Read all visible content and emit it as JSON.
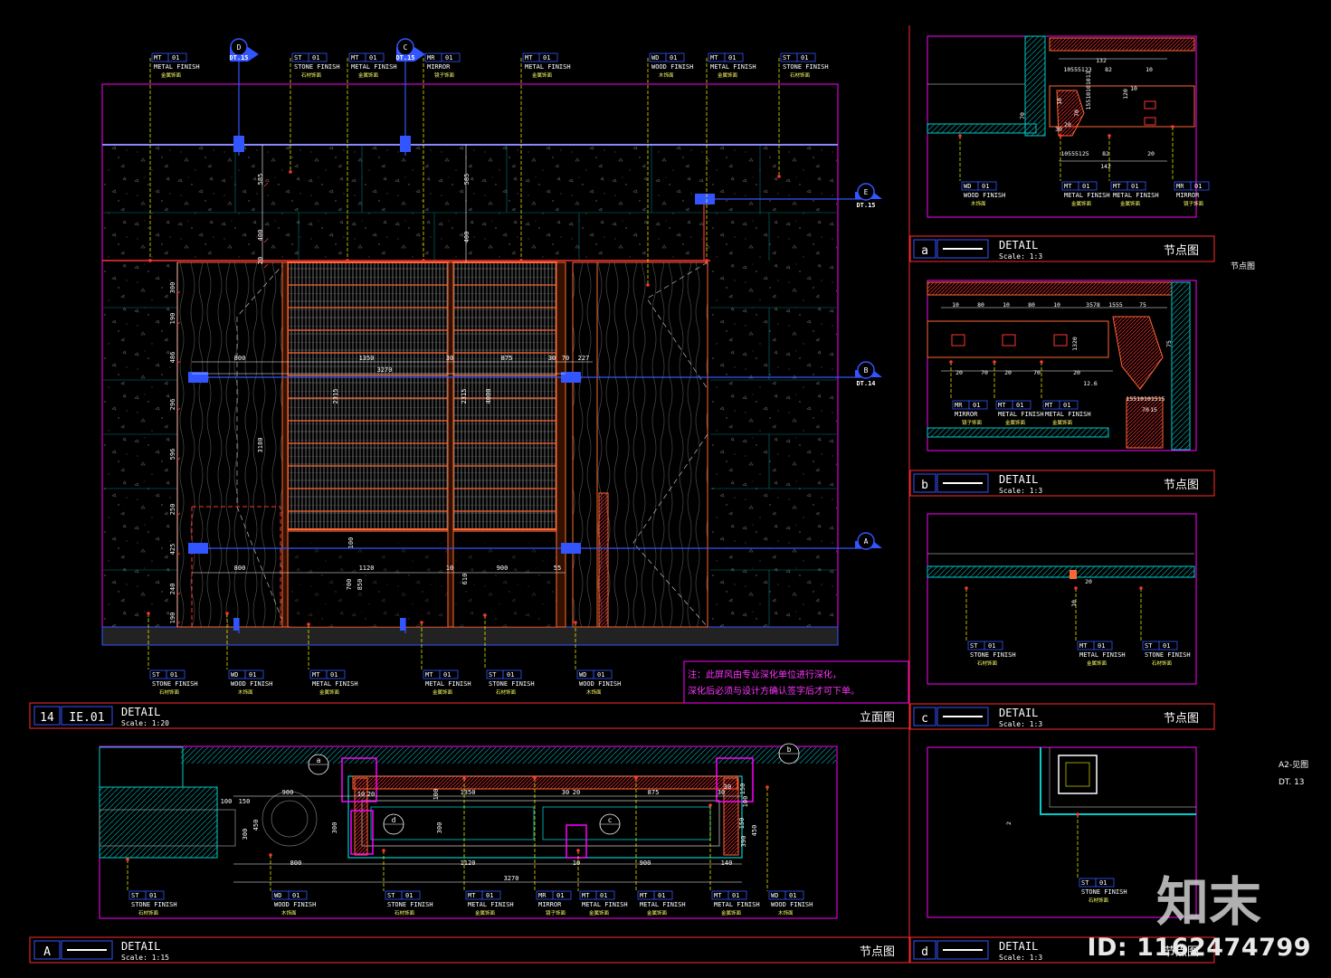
{
  "colors": {
    "magenta": "#ff00ff",
    "red": "#ff2a2a",
    "orange": "#ff6633",
    "yellow": "#ffff00",
    "blue": "#3355ff",
    "cyan": "#00cccc",
    "white": "#ffffff",
    "gray": "#888888"
  },
  "main_elevation": {
    "panel_number": "14",
    "sheet_ref": "IE.01",
    "title": "DETAIL",
    "scale": "Scale: 1:20",
    "type_cn": "立面图",
    "callouts_top": [
      {
        "code": "MT",
        "num": "01",
        "en": "METAL FINISH",
        "cn": "金属饰面"
      },
      {
        "code": "ST",
        "num": "01",
        "en": "STONE FINISH",
        "cn": "石材饰面"
      },
      {
        "code": "MT",
        "num": "01",
        "en": "METAL FINISH",
        "cn": "金属饰面"
      },
      {
        "code": "MR",
        "num": "01",
        "en": "MIRROR",
        "cn": "镜子饰面"
      },
      {
        "code": "MT",
        "num": "01",
        "en": "METAL FINISH",
        "cn": "金属饰面"
      },
      {
        "code": "WD",
        "num": "01",
        "en": "WOOD FINISH",
        "cn": "木饰面"
      },
      {
        "code": "MT",
        "num": "01",
        "en": "METAL FINISH",
        "cn": "金属饰面"
      },
      {
        "code": "ST",
        "num": "01",
        "en": "STONE FINISH",
        "cn": "石材饰面"
      }
    ],
    "callouts_bottom": [
      {
        "code": "ST",
        "num": "01",
        "en": "STONE FINISH",
        "cn": "石材饰面"
      },
      {
        "code": "WD",
        "num": "01",
        "en": "WOOD FINISH",
        "cn": "木饰面"
      },
      {
        "code": "MT",
        "num": "01",
        "en": "METAL FINISH",
        "cn": "金属饰面"
      },
      {
        "code": "MT",
        "num": "01",
        "en": "METAL FINISH",
        "cn": "金属饰面"
      },
      {
        "code": "ST",
        "num": "01",
        "en": "STONE FINISH",
        "cn": "石材饰面"
      },
      {
        "code": "WD",
        "num": "01",
        "en": "WOOD FINISH",
        "cn": "木饰面"
      }
    ],
    "section_markers": [
      {
        "letter": "D",
        "ref": "DT.15"
      },
      {
        "letter": "C",
        "ref": "DT.15"
      },
      {
        "letter": "E",
        "ref": "DT.15"
      },
      {
        "letter": "B",
        "ref": "DT.14"
      },
      {
        "letter": "A",
        "ref": ""
      }
    ],
    "dims_left": [
      "585",
      "400",
      "20",
      "300",
      "190",
      "486",
      "296",
      "596",
      "250",
      "425",
      "240",
      "190"
    ],
    "dims_horizontal": [
      "800",
      "1350",
      "30",
      "875",
      "30",
      "70",
      "227",
      "3270",
      "800",
      "1120",
      "10",
      "900",
      "55"
    ],
    "dims_vertical": [
      "3180",
      "2315",
      "2315",
      "4000",
      "100",
      "700",
      "850",
      "610",
      "585",
      "400"
    ]
  },
  "note": {
    "line1": "注：此屏风由专业深化单位进行深化，",
    "line2": "深化后必须与设计方确认签字后才可下单。"
  },
  "plan": {
    "panel_letter": "A",
    "title": "DETAIL",
    "scale": "Scale: 1:15",
    "type_cn": "节点图",
    "dims": [
      "100",
      "150",
      "300",
      "450",
      "900",
      "10",
      "20",
      "100",
      "1350",
      "30",
      "20",
      "875",
      "30",
      "300",
      "300",
      "800",
      "1120",
      "10",
      "900",
      "140",
      "3270",
      "100",
      "150",
      "30",
      "150",
      "390",
      "450"
    ],
    "callouts": [
      {
        "code": "ST",
        "num": "01",
        "en": "STONE FINISH",
        "cn": "石材饰面"
      },
      {
        "code": "WD",
        "num": "01",
        "en": "WOOD FINISH",
        "cn": "木饰面"
      },
      {
        "code": "ST",
        "num": "01",
        "en": "STONE FINISH",
        "cn": "石材饰面"
      },
      {
        "code": "MT",
        "num": "01",
        "en": "METAL FINISH",
        "cn": "金属饰面"
      },
      {
        "code": "MR",
        "num": "01",
        "en": "MIRROR",
        "cn": "镜子饰面"
      },
      {
        "code": "MT",
        "num": "01",
        "en": "METAL FINISH",
        "cn": "金属饰面"
      },
      {
        "code": "MT",
        "num": "01",
        "en": "METAL FINISH",
        "cn": "金属饰面"
      },
      {
        "code": "MT",
        "num": "01",
        "en": "METAL FINISH",
        "cn": "金属饰面"
      },
      {
        "code": "WD",
        "num": "01",
        "en": "WOOD FINISH",
        "cn": "木饰面"
      }
    ],
    "markers": [
      "a",
      "b",
      "c",
      "d"
    ]
  },
  "details": [
    {
      "letter": "a",
      "title": "DETAIL",
      "scale": "Scale: 1:3",
      "type_cn": "节点图",
      "dims": [
        "132",
        "10555123",
        "82",
        "10",
        "70",
        "10",
        "120",
        "70",
        "30",
        "20",
        "15510101013",
        "10",
        "10555125",
        "82",
        "20",
        "142"
      ],
      "callouts": [
        {
          "code": "WD",
          "num": "01",
          "en": "WOOD FINISH",
          "cn": "木饰面"
        },
        {
          "code": "MT",
          "num": "01",
          "en": "METAL FINISH",
          "cn": "金属饰面"
        },
        {
          "code": "MT",
          "num": "01",
          "en": "METAL FINISH",
          "cn": "金属饰面"
        },
        {
          "code": "MR",
          "num": "01",
          "en": "MIRROR",
          "cn": "镜子饰面"
        }
      ]
    },
    {
      "letter": "b",
      "title": "DETAIL",
      "scale": "Scale: 1:3",
      "type_cn": "节点图",
      "dims": [
        "10",
        "80",
        "10",
        "80",
        "10",
        "3578",
        "1555",
        "75",
        "1320",
        "75",
        "20",
        "70",
        "20",
        "70",
        "20",
        "12.6",
        "15510101515",
        "70",
        "15"
      ],
      "callouts": [
        {
          "code": "MR",
          "num": "01",
          "en": "MIRROR",
          "cn": "镜子饰面"
        },
        {
          "code": "MT",
          "num": "01",
          "en": "METAL FINISH",
          "cn": "金属饰面"
        },
        {
          "code": "MT",
          "num": "01",
          "en": "METAL FINISH",
          "cn": "金属饰面"
        }
      ]
    },
    {
      "letter": "c",
      "title": "DETAIL",
      "scale": "Scale: 1:3",
      "type_cn": "节点图",
      "dims": [
        "20",
        "10"
      ],
      "callouts": [
        {
          "code": "ST",
          "num": "01",
          "en": "STONE FINISH",
          "cn": "石材饰面"
        },
        {
          "code": "MT",
          "num": "01",
          "en": "METAL FINISH",
          "cn": "金属饰面"
        },
        {
          "code": "ST",
          "num": "01",
          "en": "STONE FINISH",
          "cn": "石材饰面"
        }
      ]
    },
    {
      "letter": "d",
      "title": "DETAIL",
      "scale": "Scale: 1:3",
      "type_cn": "节点图",
      "dims": [
        "2"
      ],
      "callouts": [
        {
          "code": "ST",
          "num": "01",
          "en": "STONE FINISH",
          "cn": "石材饰面"
        }
      ]
    }
  ],
  "side_labels": {
    "node": "节点图",
    "see_a2": "A2-见图",
    "dt13": "DT. 13"
  },
  "watermark": {
    "id_text": "ID: 1162474799",
    "brand": "知末"
  }
}
